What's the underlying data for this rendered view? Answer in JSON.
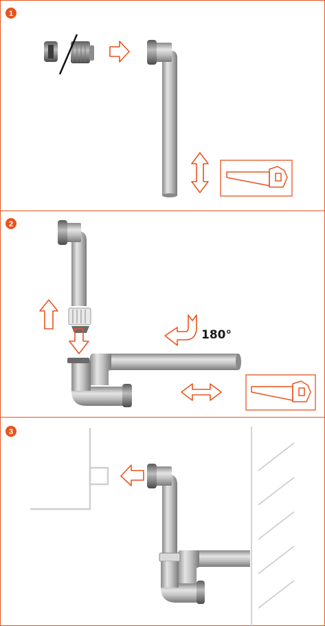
{
  "colors": {
    "accent": "#e8541e",
    "panel_border": "#e8541e",
    "pipe_light": "#d6d6d6",
    "pipe_mid": "#a9a9a9",
    "pipe_dark": "#6f6f6f",
    "wall": "#c8c8c8"
  },
  "steps": [
    {
      "number": "1"
    },
    {
      "number": "2"
    },
    {
      "number": "3"
    }
  ],
  "step2": {
    "rotation_label": "180°"
  },
  "icons": [
    "saw-icon",
    "saw-icon",
    "arrow-right-icon",
    "arrow-up-down-icon",
    "arrow-up-icon",
    "arrow-down-icon",
    "arrow-left-right-icon",
    "rotate-arrow-icon",
    "arrow-left-icon"
  ]
}
